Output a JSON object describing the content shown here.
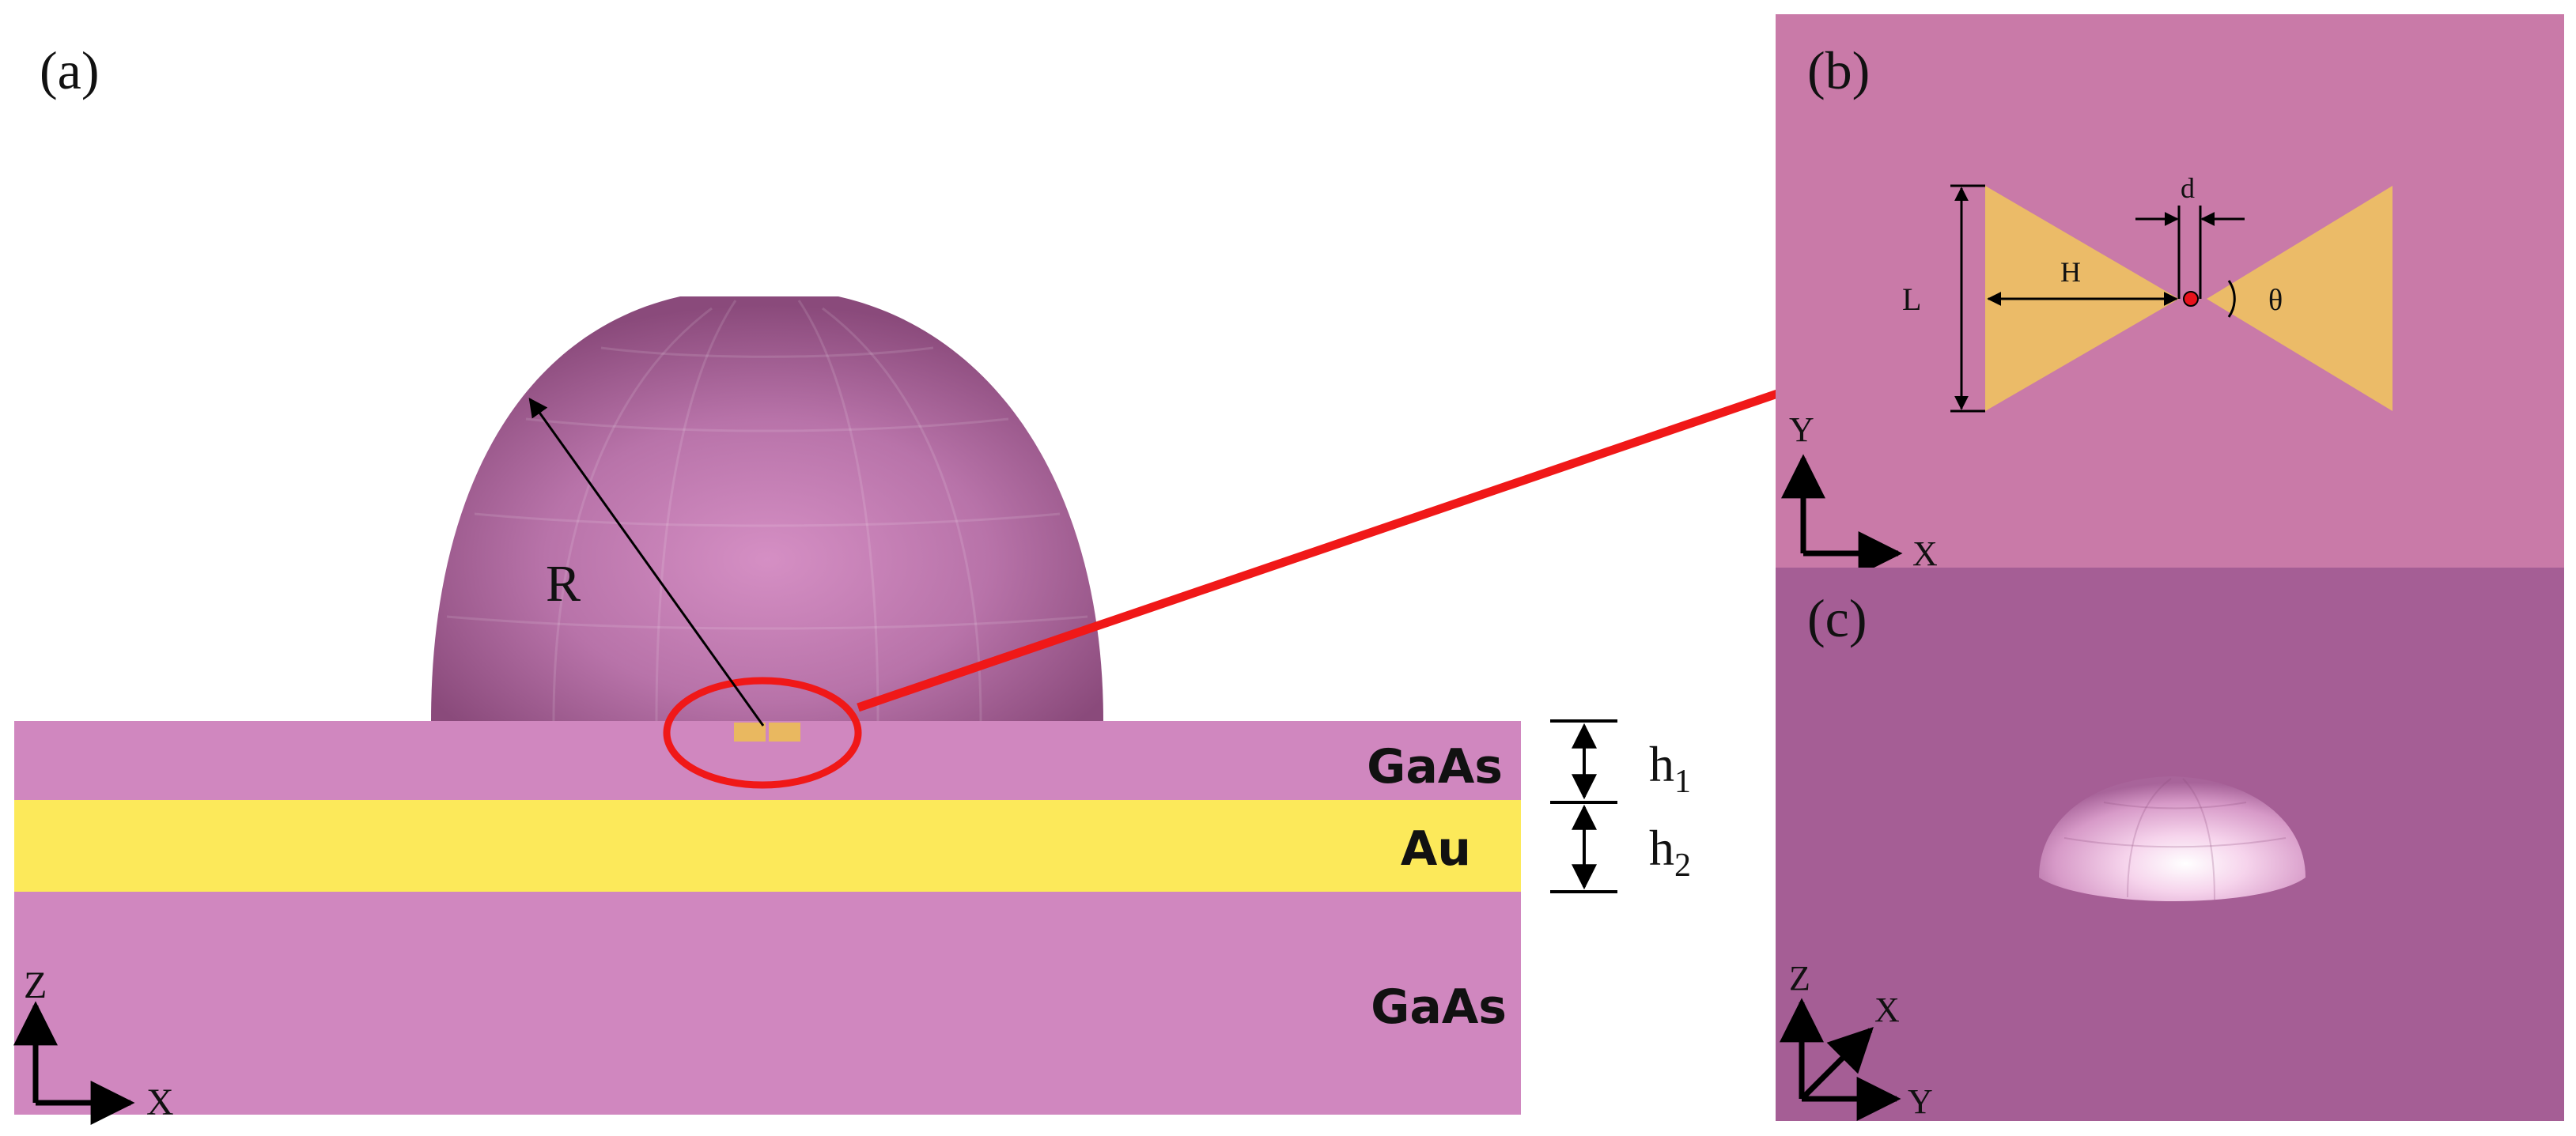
{
  "panel_a": {
    "panel_label": "(a)",
    "radius_label": "R",
    "layers": [
      {
        "name": "GaAs",
        "color": "#d087bf"
      },
      {
        "name": "Au",
        "color": "#fce95a"
      },
      {
        "name": "GaAs",
        "color": "#d087bf"
      }
    ],
    "thickness_labels": {
      "h1": "h",
      "h1_sub": "1",
      "h2": "h",
      "h2_sub": "2"
    },
    "axes": {
      "vertical": "Z",
      "horizontal": "X"
    },
    "dome_color": "#b871a8",
    "antenna_color": "#e9b860",
    "highlight_color": "#f01818"
  },
  "panel_b": {
    "panel_label": "(b)",
    "background": "#c97aa8",
    "antenna_color": "#ebbb68",
    "labels": {
      "length": "L",
      "height": "H",
      "gap": "d",
      "angle": "θ"
    },
    "axes": {
      "vertical": "Y",
      "horizontal": "X"
    }
  },
  "panel_c": {
    "panel_label": "(c)",
    "background": "#a55e95",
    "axes": {
      "vertical": "Z",
      "depth": "X",
      "horizontal": "Y"
    }
  }
}
